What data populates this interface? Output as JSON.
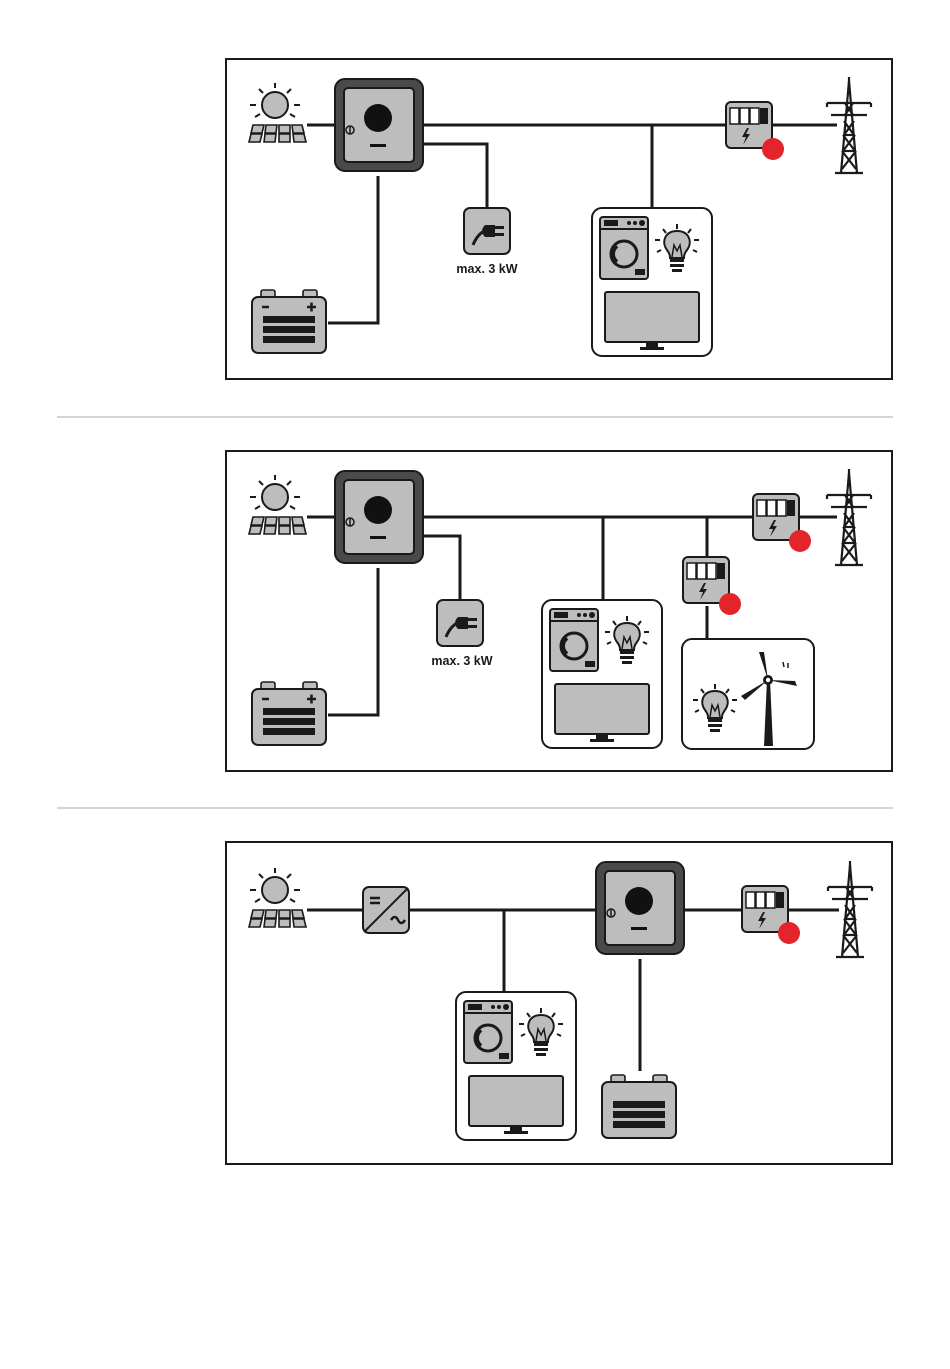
{
  "diagrams": [
    {
      "id": "diagram-1",
      "socket_label": "max. 3 kW"
    },
    {
      "id": "diagram-2",
      "socket_label": "max. 3 kW"
    },
    {
      "id": "diagram-3"
    }
  ],
  "colors": {
    "device_gray": "#bdbdbd",
    "dark_gray": "#4a4a4a",
    "meter_dot_red": "#e3242b",
    "line": "#1a1a1a",
    "divider": "#d5d5d5"
  },
  "icons": [
    "pv-module-icon",
    "hybrid-inverter-icon",
    "battery-icon",
    "socket-icon",
    "household-consumers-icon",
    "smart-meter-icon",
    "grid-pylon-icon",
    "wind-turbine-icon",
    "light-bulb-icon",
    "pv-inverter-icon"
  ]
}
